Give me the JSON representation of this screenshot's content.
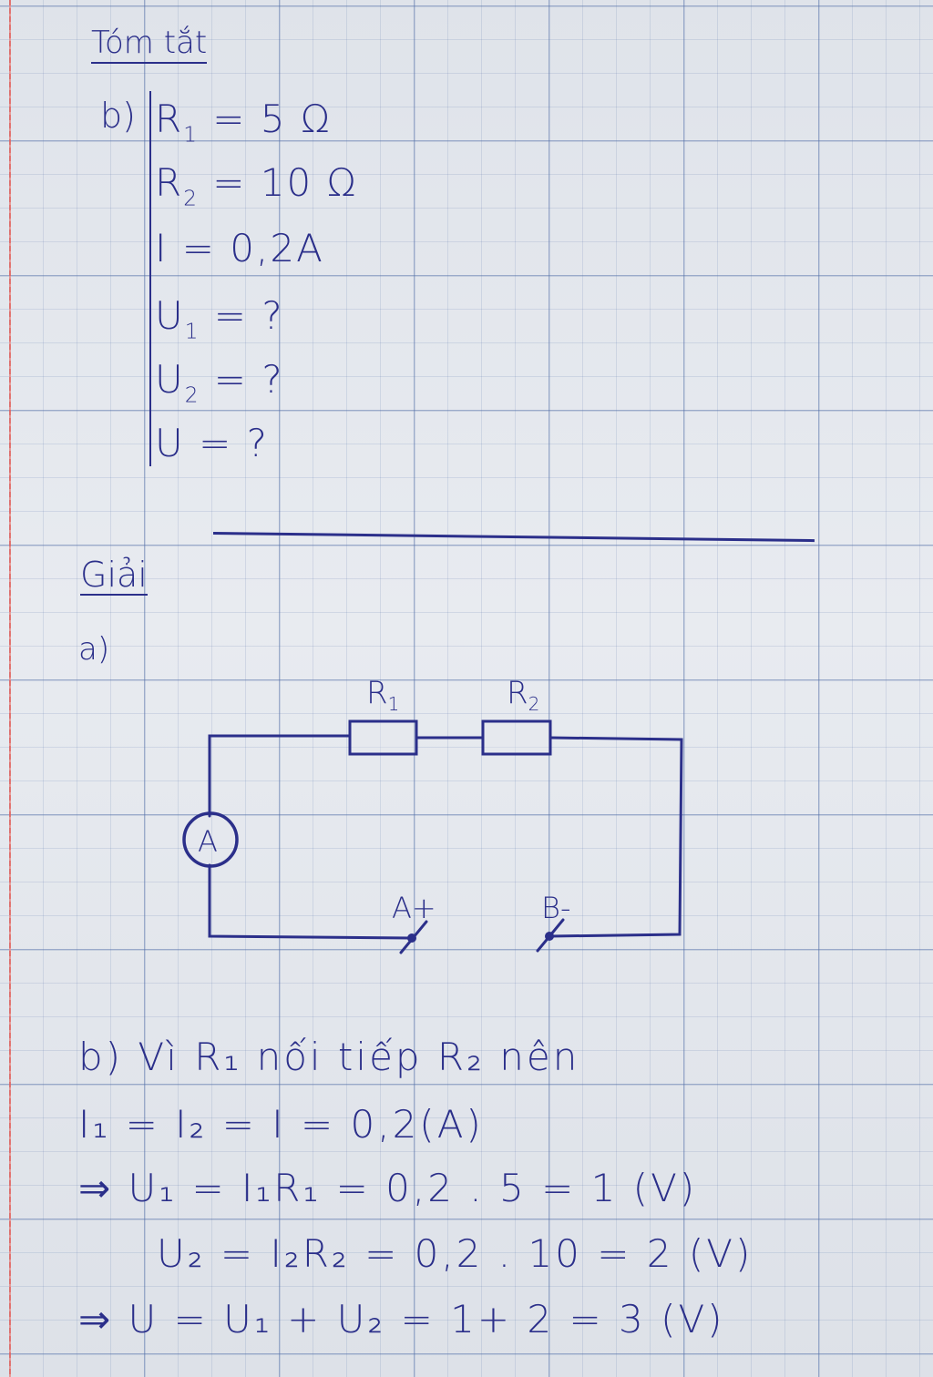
{
  "title": "Tóm tắt",
  "given": {
    "label": "b)",
    "lines": [
      {
        "name": "R",
        "sub": "1",
        "rest": " = 5 Ω"
      },
      {
        "name": "R",
        "sub": "2",
        "rest": " = 10 Ω"
      },
      {
        "name": "I",
        "sub": "",
        "rest": " = 0,2A"
      },
      {
        "name": "U",
        "sub": "1",
        "rest": " = ?"
      },
      {
        "name": "U",
        "sub": "2",
        "rest": " = ?"
      },
      {
        "name": "U",
        "sub": "",
        "rest": " = ?"
      }
    ]
  },
  "solution_label": "Giải",
  "part_a": {
    "label": "a)",
    "circuit": {
      "r1_label": "R",
      "r1_sub": "1",
      "r2_label": "R",
      "r2_sub": "2",
      "ammeter_label": "A",
      "terminal_plus": "A+",
      "terminal_minus": "B-"
    }
  },
  "part_b": {
    "line1": "b) Vì R₁ nối tiếp R₂ nên",
    "line2": "I₁ = I₂ = I = 0,2(A)",
    "line3": "⇒ U₁ = I₁R₁ = 0,2 . 5 = 1 (V)",
    "line4": "U₂ = I₂R₂ = 0,2 . 10 = 2 (V)",
    "line5": "⇒ U = U₁ + U₂ = 1+ 2 = 3 (V)"
  },
  "colors": {
    "ink": "#2b2f8a",
    "grid": "#5470a8",
    "margin": "#e7665f"
  }
}
